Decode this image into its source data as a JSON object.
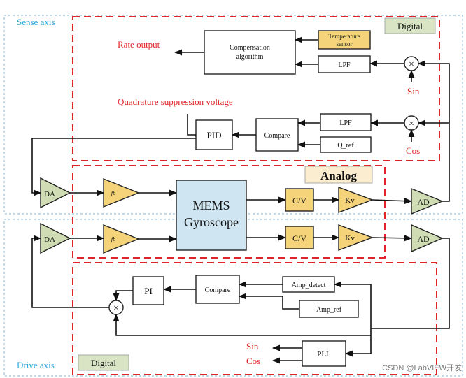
{
  "regions": {
    "sense_axis": "Sense axis",
    "drive_axis": "Drive axis",
    "digital_top": "Digital",
    "digital_bottom": "Digital",
    "analog": "Analog"
  },
  "signals": {
    "rate_output": "Rate output",
    "quadrature": "Quadrature suppression voltage",
    "sin_top": "Sin",
    "cos_top": "Cos",
    "sin_bottom": "Sin",
    "cos_bottom": "Cos"
  },
  "blocks": {
    "compensation_line1": "Compensation",
    "compensation_line2": "algorithm",
    "temperature_line1": "Temperature",
    "temperature_line2": "sensor",
    "lpf_top": "LPF",
    "lpf_mid": "LPF",
    "q_ref": "Q_ref",
    "compare_top": "Compare",
    "pid": "PID",
    "da_top": "DA",
    "da_bottom": "DA",
    "fb_top": "fb",
    "fb_bottom": "fb",
    "mems_line1": "MEMS",
    "mems_line2": "Gyroscope",
    "cv_top": "C/V",
    "cv_bottom": "C/V",
    "kv_top": "Kv",
    "kv_bottom": "Kv",
    "ad_top": "AD",
    "ad_bottom": "AD",
    "pi": "PI",
    "compare_bottom": "Compare",
    "amp_detect": "Amp_detect",
    "amp_ref": "Amp_ref",
    "pll": "PLL",
    "multiplier": "×"
  },
  "watermark": "CSDN @LabVIEW开发",
  "colors": {
    "region_border": "#e0252a",
    "axis_label": "#2ba7d9",
    "yellow_block": "#f4d37a",
    "blue_block": "#cfe6f2",
    "green_triangle": "#cfdcb4"
  }
}
